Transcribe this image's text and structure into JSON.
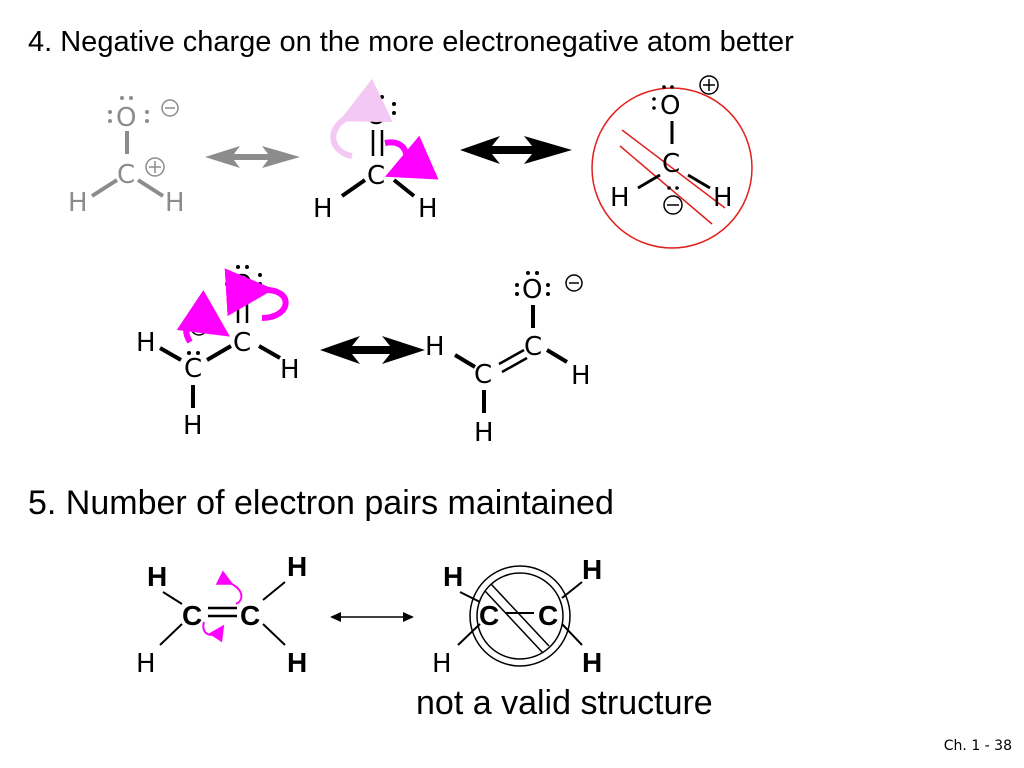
{
  "headings": {
    "rule4": "4. Negative charge on the more electronegative atom better",
    "rule5": "5. Number of electron pairs maintained"
  },
  "invalid_caption": "not a valid structure",
  "slide_number": "Ch. 1 - 38",
  "atoms": {
    "oxygen": "O",
    "carbon": "C",
    "hydrogen": "H"
  },
  "charges": {
    "plus": "+",
    "minus": "−"
  },
  "colors": {
    "gray_structure": "#8c8c8c",
    "curved_arrow": "#ff00ff",
    "curved_arrow_faded": "#f4c8f4",
    "prohibited_red": "#e0201c",
    "prohibited_black": "#000000"
  }
}
